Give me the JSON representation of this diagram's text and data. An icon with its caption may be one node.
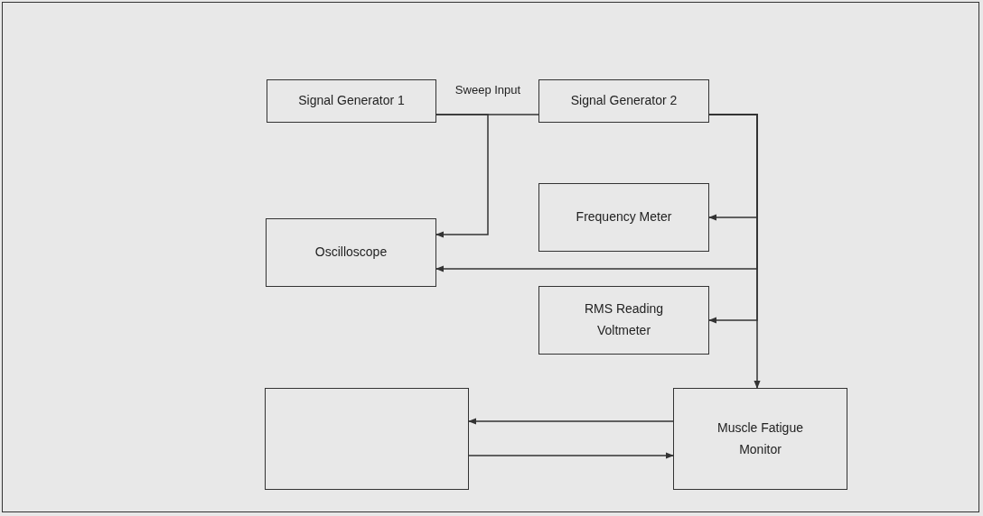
{
  "diagram": {
    "nodes": [
      {
        "text": [
          "Signal Generator 1"
        ]
      },
      {
        "text": [
          "Signal Generator 2"
        ]
      },
      {
        "text": [
          "Oscilloscope"
        ]
      },
      {
        "text": [
          "Frequency Meter"
        ]
      },
      {
        "text": [
          "RMS Reading Voltmeter"
        ]
      },
      {
        "text": [],
        "shape": "box"
      },
      {
        "text": [
          "Muscle Fatigue Monitor"
        ]
      }
    ],
    "edges": [
      {
        "from": 0,
        "to": 1,
        "arrow": "none",
        "label": "Sweep Input"
      },
      {
        "from": 0,
        "to": 2,
        "arrow": "to"
      },
      {
        "from": 1,
        "to": 3,
        "arrow": "to"
      },
      {
        "from": 1,
        "to": 2,
        "arrow": "to"
      },
      {
        "from": 1,
        "to": 4,
        "arrow": "to"
      },
      {
        "from": 1,
        "to": 6,
        "arrow": "to"
      },
      {
        "from": 6,
        "to": 5,
        "arrow": "to"
      },
      {
        "from": 5,
        "to": 6,
        "arrow": "to"
      }
    ]
  }
}
